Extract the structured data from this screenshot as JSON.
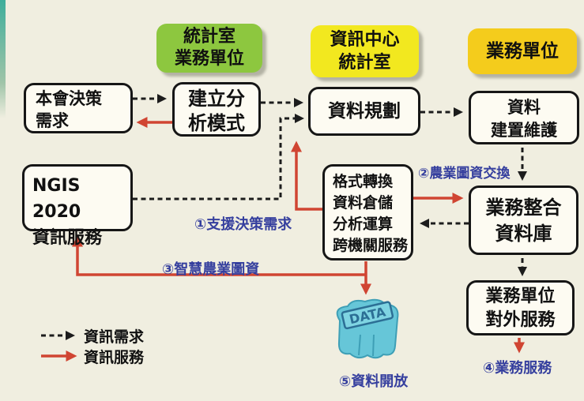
{
  "headers": [
    {
      "lines": [
        "統計室",
        "業務單位"
      ]
    },
    {
      "lines": [
        "資訊中心",
        "統計室"
      ]
    },
    {
      "lines": [
        "業務單位"
      ]
    }
  ],
  "boxes": {
    "decision": {
      "lines": [
        "本會決策",
        "需求"
      ]
    },
    "model": {
      "lines": [
        "建立分",
        "析模式"
      ]
    },
    "planning": {
      "lines": [
        "資料規劃"
      ]
    },
    "maintenance": {
      "lines": [
        "資料",
        "建置維護"
      ]
    },
    "ngis": {
      "lines": [
        "NGIS 2020",
        "資訊服務"
      ]
    },
    "services": {
      "lines": [
        "格式轉換",
        "資料倉儲",
        "分析運算",
        "跨機關服務"
      ]
    },
    "database": {
      "lines": [
        "業務整合",
        "資料庫"
      ]
    },
    "external": {
      "lines": [
        "業務單位",
        "對外服務"
      ]
    }
  },
  "flow_labels": {
    "support_decision": "①支援決策需求",
    "map_exchange": "②農業圖資交換",
    "smart_agri_map": "③智慧農業圖資",
    "business_service": "④業務服務",
    "open_data": "⑤資料開放"
  },
  "legend": {
    "dashed": "資訊需求",
    "solid": "資訊服務"
  },
  "data_icon": {
    "label": "DATA"
  },
  "colors": {
    "header_green": "#8dc73f",
    "header_yellow": "#f2e81f",
    "header_gold": "#f4cc1c",
    "arrow_red": "#d04532",
    "arrow_black": "#1c1c1c",
    "label_blue": "#353f9e",
    "paper": "#f0eee0",
    "data_icon_blue": "#66c6d8"
  }
}
